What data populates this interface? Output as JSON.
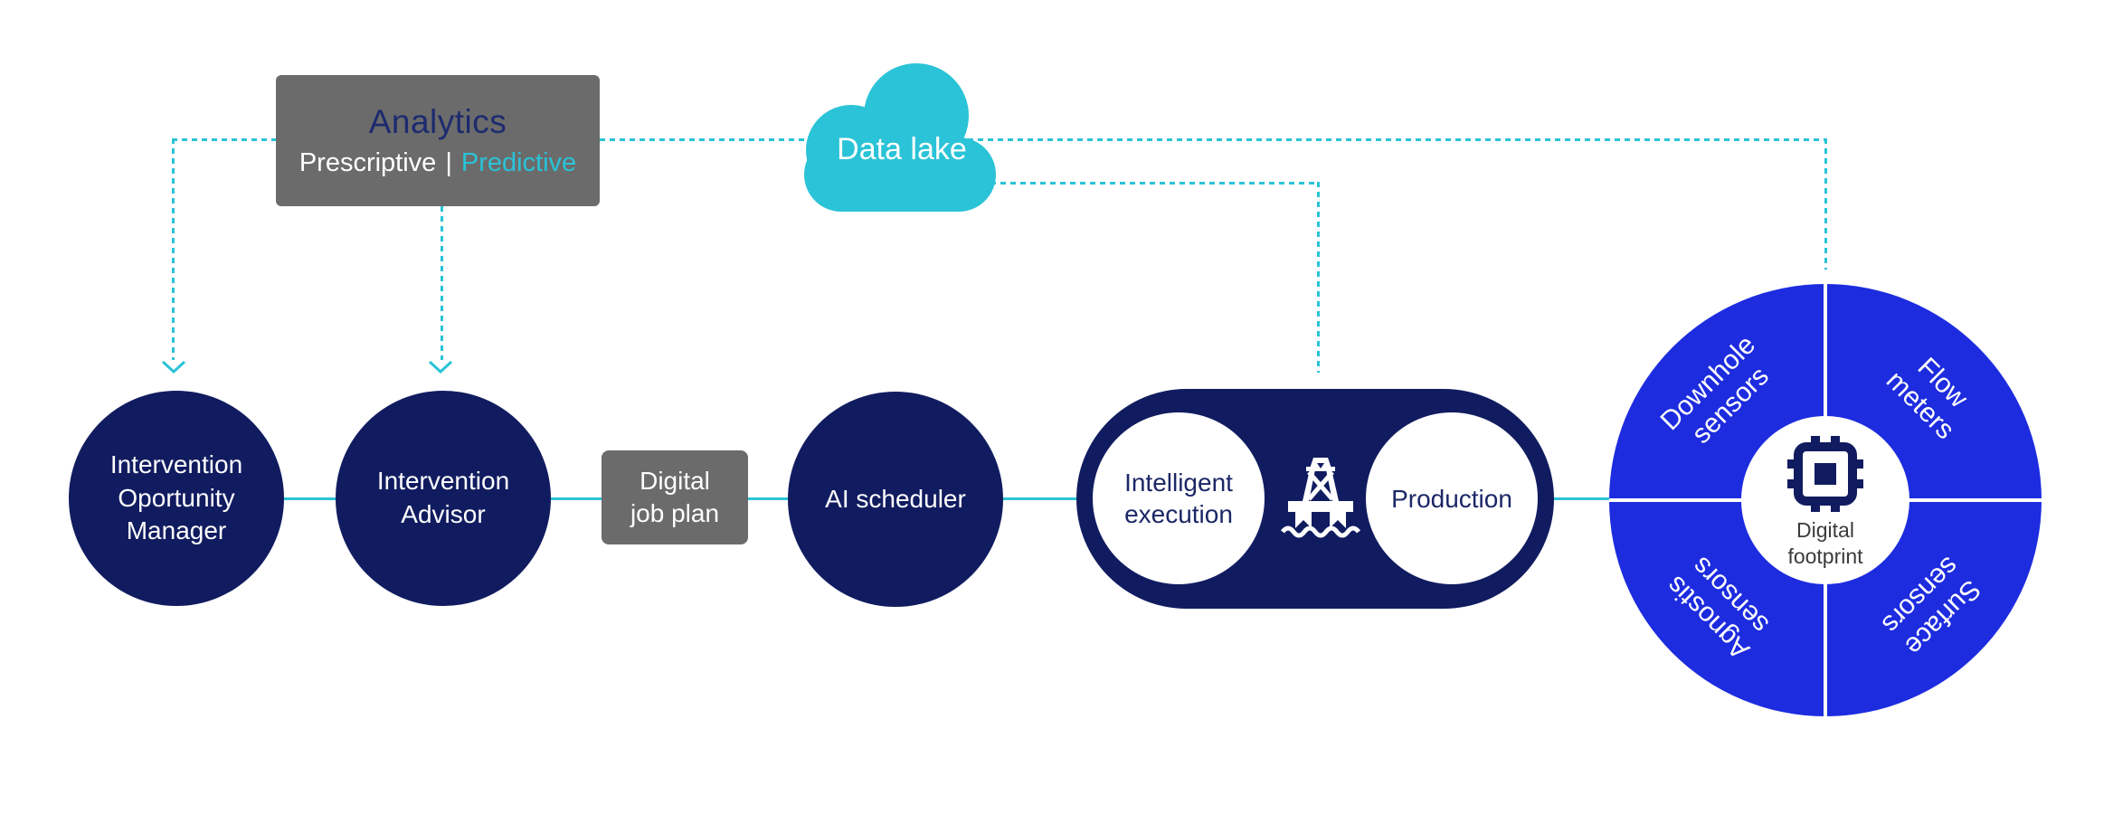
{
  "colors": {
    "navy": "#111c60",
    "wheel_blue": "#1d2cdf",
    "cyan": "#2ac3d7",
    "gray": "#6b6b6b",
    "analytics_title_navy": "#1c2b6e",
    "pill_text_navy": "#1c2766",
    "footprint_text": "#3b3b3b"
  },
  "analytics": {
    "title": "Analytics",
    "prescriptive": "Prescriptive",
    "divider": "|",
    "predictive": "Predictive"
  },
  "data_lake": {
    "label": "Data lake"
  },
  "flow": {
    "intervention_opportunity_manager": "Intervention\nOportunity\nManager",
    "intervention_advisor": "Intervention\nAdvisor",
    "digital_job_plan": "Digital\njob plan",
    "ai_scheduler": "AI scheduler",
    "intelligent_execution": "Intelligent\nexecution",
    "production": "Production"
  },
  "wheel": {
    "top_left": "Downhole\nsensors",
    "top_right": "Flow\nmeters",
    "bottom_left": "Agnostis\nsensors",
    "bottom_right": "Surface\nsensors",
    "center_label": "Digital\nfootprint"
  }
}
